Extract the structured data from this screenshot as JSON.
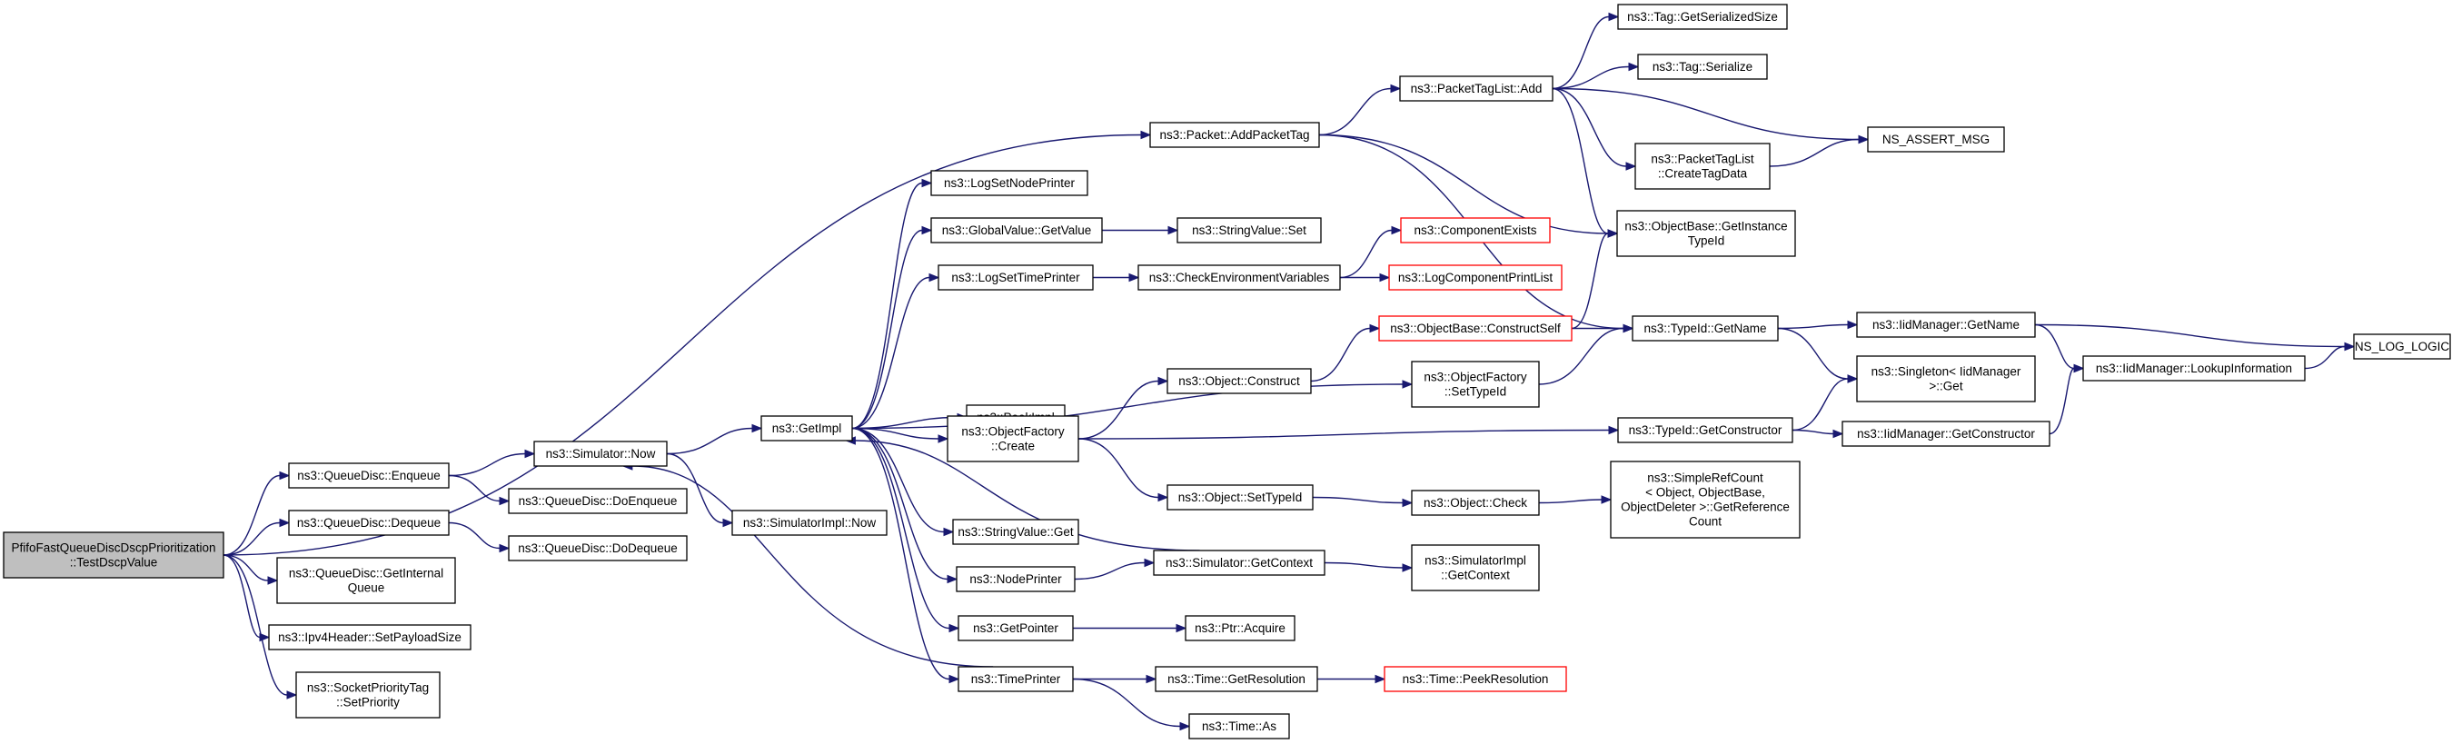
{
  "graph": {
    "edge_color": "#191970",
    "nodes": [
      {
        "id": "root",
        "lines": [
          "PfifoFastQueueDiscDscpPrioritization",
          "::TestDscpValue"
        ],
        "style": "root"
      },
      {
        "id": "enqueue",
        "lines": [
          "ns3::QueueDisc::Enqueue"
        ]
      },
      {
        "id": "dequeue",
        "lines": [
          "ns3::QueueDisc::Dequeue"
        ]
      },
      {
        "id": "getinternal",
        "lines": [
          "ns3::QueueDisc::GetInternal",
          "Queue"
        ]
      },
      {
        "id": "setpayload",
        "lines": [
          "ns3::Ipv4Header::SetPayloadSize"
        ]
      },
      {
        "id": "setpriority",
        "lines": [
          "ns3::SocketPriorityTag",
          "::SetPriority"
        ]
      },
      {
        "id": "simnow",
        "lines": [
          "ns3::Simulator::Now"
        ]
      },
      {
        "id": "doenqueue",
        "lines": [
          "ns3::QueueDisc::DoEnqueue"
        ]
      },
      {
        "id": "dodequeue",
        "lines": [
          "ns3::QueueDisc::DoDequeue"
        ]
      },
      {
        "id": "getimpl",
        "lines": [
          "ns3::GetImpl"
        ]
      },
      {
        "id": "simimplnow",
        "lines": [
          "ns3::SimulatorImpl::Now"
        ]
      },
      {
        "id": "addpackettag",
        "lines": [
          "ns3::Packet::AddPacketTag"
        ]
      },
      {
        "id": "logsetnode",
        "lines": [
          "ns3::LogSetNodePrinter"
        ]
      },
      {
        "id": "gvgetvalue",
        "lines": [
          "ns3::GlobalValue::GetValue"
        ]
      },
      {
        "id": "logsettime",
        "lines": [
          "ns3::LogSetTimePrinter"
        ]
      },
      {
        "id": "peekimpl",
        "lines": [
          "ns3::PeekImpl"
        ]
      },
      {
        "id": "ofcreate",
        "lines": [
          "ns3::ObjectFactory",
          "::Create"
        ]
      },
      {
        "id": "svget",
        "lines": [
          "ns3::StringValue::Get"
        ]
      },
      {
        "id": "nodeprinter",
        "lines": [
          "ns3::NodePrinter"
        ]
      },
      {
        "id": "getpointer",
        "lines": [
          "ns3::GetPointer"
        ]
      },
      {
        "id": "timeprinter",
        "lines": [
          "ns3::TimePrinter"
        ]
      },
      {
        "id": "svset",
        "lines": [
          "ns3::StringValue::Set"
        ]
      },
      {
        "id": "checkenv",
        "lines": [
          "ns3::CheckEnvironmentVariables"
        ]
      },
      {
        "id": "objconstruct",
        "lines": [
          "ns3::Object::Construct"
        ]
      },
      {
        "id": "objsettypeid",
        "lines": [
          "ns3::Object::SetTypeId"
        ]
      },
      {
        "id": "simgetcontext",
        "lines": [
          "ns3::Simulator::GetContext"
        ]
      },
      {
        "id": "ptracquire",
        "lines": [
          "ns3::Ptr::Acquire"
        ]
      },
      {
        "id": "timegetres",
        "lines": [
          "ns3::Time::GetResolution"
        ]
      },
      {
        "id": "timeas",
        "lines": [
          "ns3::Time::As"
        ]
      },
      {
        "id": "ptladd",
        "lines": [
          "ns3::PacketTagList::Add"
        ]
      },
      {
        "id": "compexists",
        "lines": [
          "ns3::ComponentExists"
        ],
        "style": "trunc"
      },
      {
        "id": "logcompprint",
        "lines": [
          "ns3::LogComponentPrintList"
        ],
        "style": "trunc"
      },
      {
        "id": "obconstructself",
        "lines": [
          "ns3::ObjectBase::ConstructSelf"
        ],
        "style": "trunc"
      },
      {
        "id": "ofsettypeid",
        "lines": [
          "ns3::ObjectFactory",
          "::SetTypeId"
        ]
      },
      {
        "id": "objcheck",
        "lines": [
          "ns3::Object::Check"
        ]
      },
      {
        "id": "simimplgetctx",
        "lines": [
          "ns3::SimulatorImpl",
          "::GetContext"
        ]
      },
      {
        "id": "timepeekres",
        "lines": [
          "ns3::Time::PeekResolution"
        ],
        "style": "trunc"
      },
      {
        "id": "taggetser",
        "lines": [
          "ns3::Tag::GetSerializedSize"
        ]
      },
      {
        "id": "tagserialize",
        "lines": [
          "ns3::Tag::Serialize"
        ]
      },
      {
        "id": "ptlcreate",
        "lines": [
          "ns3::PacketTagList",
          "::CreateTagData"
        ]
      },
      {
        "id": "obgetinst",
        "lines": [
          "ns3::ObjectBase::GetInstance",
          "TypeId"
        ]
      },
      {
        "id": "tidgetname",
        "lines": [
          "ns3::TypeId::GetName"
        ]
      },
      {
        "id": "tidgetctor",
        "lines": [
          "ns3::TypeId::GetConstructor"
        ]
      },
      {
        "id": "simplerefcount",
        "lines": [
          "ns3::SimpleRefCount",
          "< Object, ObjectBase,",
          "ObjectDeleter >::GetReference",
          "Count"
        ]
      },
      {
        "id": "nsassert",
        "lines": [
          "NS_ASSERT_MSG"
        ]
      },
      {
        "id": "iidgetname",
        "lines": [
          "ns3::IidManager::GetName"
        ]
      },
      {
        "id": "singletonget",
        "lines": [
          "ns3::Singleton< IidManager",
          " >::Get"
        ]
      },
      {
        "id": "iidgetctor",
        "lines": [
          "ns3::IidManager::GetConstructor"
        ]
      },
      {
        "id": "iidlookup",
        "lines": [
          "ns3::IidManager::LookupInformation"
        ]
      },
      {
        "id": "nslog",
        "lines": [
          "NS_LOG_LOGIC"
        ]
      }
    ],
    "edges": [
      [
        "root",
        "enqueue"
      ],
      [
        "root",
        "dequeue"
      ],
      [
        "root",
        "getinternal"
      ],
      [
        "root",
        "setpayload"
      ],
      [
        "root",
        "setpriority"
      ],
      [
        "root",
        "addpackettag"
      ],
      [
        "enqueue",
        "simnow"
      ],
      [
        "enqueue",
        "doenqueue"
      ],
      [
        "dequeue",
        "dodequeue"
      ],
      [
        "simnow",
        "getimpl"
      ],
      [
        "simnow",
        "simimplnow"
      ],
      [
        "getimpl",
        "logsetnode"
      ],
      [
        "getimpl",
        "gvgetvalue"
      ],
      [
        "getimpl",
        "logsettime"
      ],
      [
        "getimpl",
        "peekimpl"
      ],
      [
        "getimpl",
        "ofcreate"
      ],
      [
        "getimpl",
        "svget"
      ],
      [
        "getimpl",
        "nodeprinter"
      ],
      [
        "getimpl",
        "getpointer"
      ],
      [
        "getimpl",
        "timeprinter"
      ],
      [
        "getimpl",
        "ofsettypeid"
      ],
      [
        "gvgetvalue",
        "svset"
      ],
      [
        "logsettime",
        "checkenv"
      ],
      [
        "checkenv",
        "compexists"
      ],
      [
        "checkenv",
        "logcompprint"
      ],
      [
        "ofcreate",
        "objconstruct"
      ],
      [
        "ofcreate",
        "objsettypeid"
      ],
      [
        "ofcreate",
        "tidgetctor"
      ],
      [
        "objconstruct",
        "obconstructself"
      ],
      [
        "obconstructself",
        "obgetinst"
      ],
      [
        "obconstructself",
        "tidgetname"
      ],
      [
        "ofsettypeid",
        "tidgetname"
      ],
      [
        "objsettypeid",
        "objcheck"
      ],
      [
        "objcheck",
        "simplerefcount"
      ],
      [
        "nodeprinter",
        "simgetcontext"
      ],
      [
        "simgetcontext",
        "getimpl"
      ],
      [
        "simgetcontext",
        "simimplgetctx"
      ],
      [
        "getpointer",
        "ptracquire"
      ],
      [
        "timeprinter",
        "simnow"
      ],
      [
        "timeprinter",
        "timegetres"
      ],
      [
        "timeprinter",
        "timeas"
      ],
      [
        "timegetres",
        "timepeekres"
      ],
      [
        "addpackettag",
        "ptladd"
      ],
      [
        "addpackettag",
        "obgetinst"
      ],
      [
        "addpackettag",
        "tidgetname"
      ],
      [
        "ptladd",
        "taggetser"
      ],
      [
        "ptladd",
        "tagserialize"
      ],
      [
        "ptladd",
        "ptlcreate"
      ],
      [
        "ptladd",
        "nsassert"
      ],
      [
        "ptladd",
        "obgetinst"
      ],
      [
        "ptlcreate",
        "nsassert"
      ],
      [
        "tidgetname",
        "iidgetname"
      ],
      [
        "tidgetname",
        "singletonget"
      ],
      [
        "tidgetctor",
        "singletonget"
      ],
      [
        "tidgetctor",
        "iidgetctor"
      ],
      [
        "iidgetname",
        "iidlookup"
      ],
      [
        "iidgetname",
        "nslog"
      ],
      [
        "iidgetctor",
        "iidlookup"
      ],
      [
        "iidlookup",
        "nslog"
      ]
    ]
  }
}
